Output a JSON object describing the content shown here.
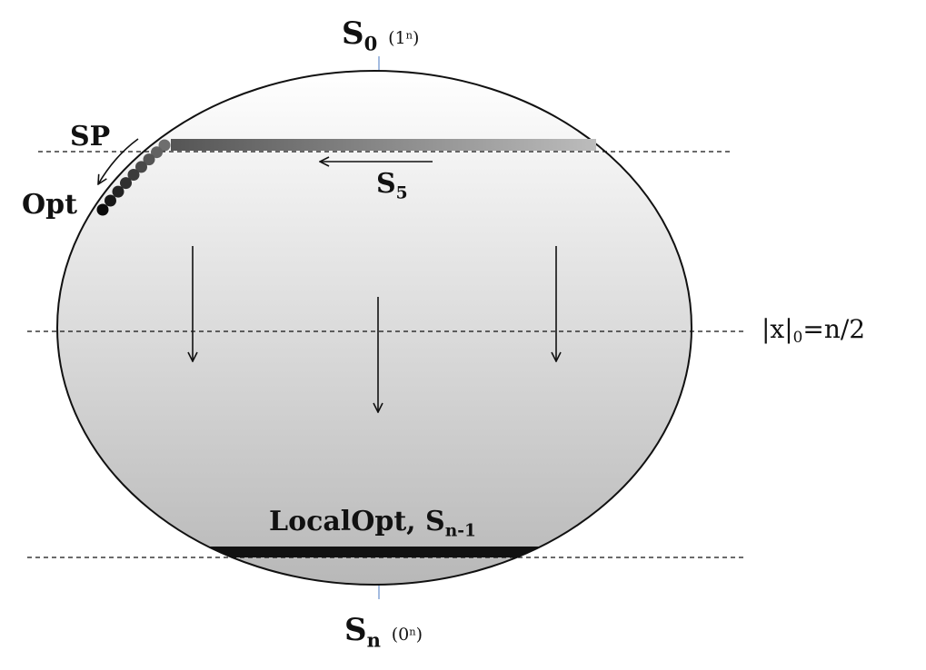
{
  "labels": {
    "top_state": {
      "main": "S",
      "sub": "0",
      "paren_open": "(1",
      "paren_sup": "n",
      "paren_close": ")"
    },
    "bottom_state": {
      "main": "S",
      "sub": "n",
      "paren_open": "(0",
      "paren_sup": "n",
      "paren_close": ")"
    },
    "sp": "SP",
    "opt": "Opt",
    "s5": {
      "main": "S",
      "sub": "5"
    },
    "local_opt": {
      "main": "LocalOpt, S",
      "sub": "n-1"
    },
    "mid_level": {
      "pre": "|x|",
      "sub": "0",
      "post": "=n/2"
    }
  },
  "colors": {
    "ellipse_fill_top": "#ffffff",
    "ellipse_fill_bottom": "#b8b8b8",
    "stroke": "#111111",
    "bar_dark": "#555555",
    "bar_light": "#bcbcbc",
    "bottom_band": "#111111",
    "tick_blue": "#4a78c0"
  },
  "path_dots": {
    "count": 9
  }
}
